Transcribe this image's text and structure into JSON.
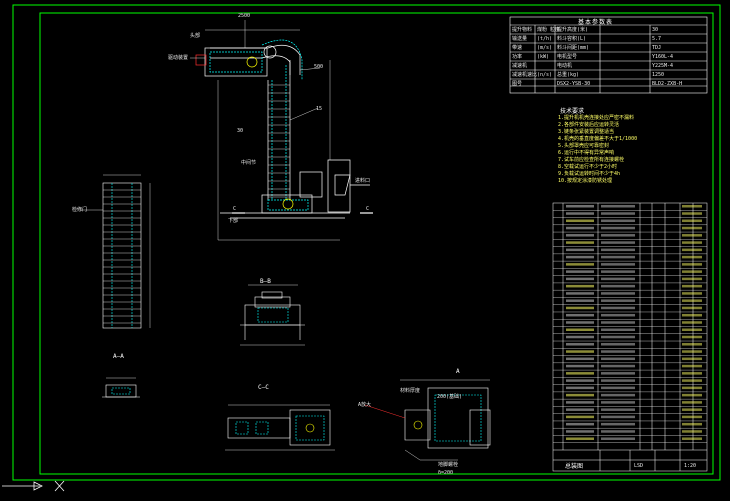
{
  "drawing": {
    "frame_color": "#00ff00",
    "line_color": "#ffffff",
    "cyan_color": "#00ffff",
    "yellow_color": "#ffff00",
    "red_color": "#ff3030",
    "magenta_color": "#ff00ff"
  },
  "param_table": {
    "title": "基本参数表",
    "rows": [
      [
        "提升物料",
        "煤粉 粒度",
        "提升高度(米)",
        "30"
      ],
      [
        "输送量",
        "(t/h)",
        "料斗容积(L)",
        "5.7"
      ],
      [
        "带速",
        "(m/s)",
        "料斗间距(mm)",
        "TDJ"
      ],
      [
        "功率",
        "(kW)",
        "电机型号",
        "Y160L-4"
      ],
      [
        "减速机",
        "",
        "电动机",
        "Y225M-4"
      ],
      [
        "减速机速比",
        "(n/s)",
        "总重(kg)",
        "1250"
      ],
      [
        "图号",
        "",
        "DSX2-YSB-30",
        "BLD2-ZXB-H"
      ]
    ]
  },
  "notes": {
    "title": "技术要求",
    "lines": [
      "1.提升机机壳连接处应严密不漏料",
      "2.各部件安装后应运转灵活",
      "3.链条张紧装置调整适当",
      "4.机壳的垂直度偏差不大于1/1000",
      "5.头部罩壳应可靠密封",
      "6.运行中不得有异常声响",
      "7.试车前应检查所有连接螺栓",
      "8.空载试运行不少于2小时",
      "9.负载试运转时间不少于4h",
      "10.按规定涂漆防锈处理"
    ]
  },
  "section_labels": {
    "main": "A",
    "b_section": "B—B",
    "a_section": "A—A",
    "c_section": "C—C",
    "detail": "A放大",
    "detail_note1": "材料厚度",
    "detail_note2": "200(基础)",
    "bolt_note": "地脚螺栓",
    "plate_note": "δ=200",
    "left_note": "检修门"
  },
  "main_labels": {
    "drive": "驱动装置",
    "head": "头部",
    "top_dim": "2500",
    "right_dim": "500",
    "tall1": "30",
    "tall2": "15",
    "mid": "中间节",
    "bottom": "下部",
    "c_left": "C",
    "c_right": "C",
    "inlet": "进料口"
  },
  "parts_list": {
    "rows_count": 34,
    "footer": "总装图",
    "footer_code": "LSD",
    "scale": "1:20"
  }
}
